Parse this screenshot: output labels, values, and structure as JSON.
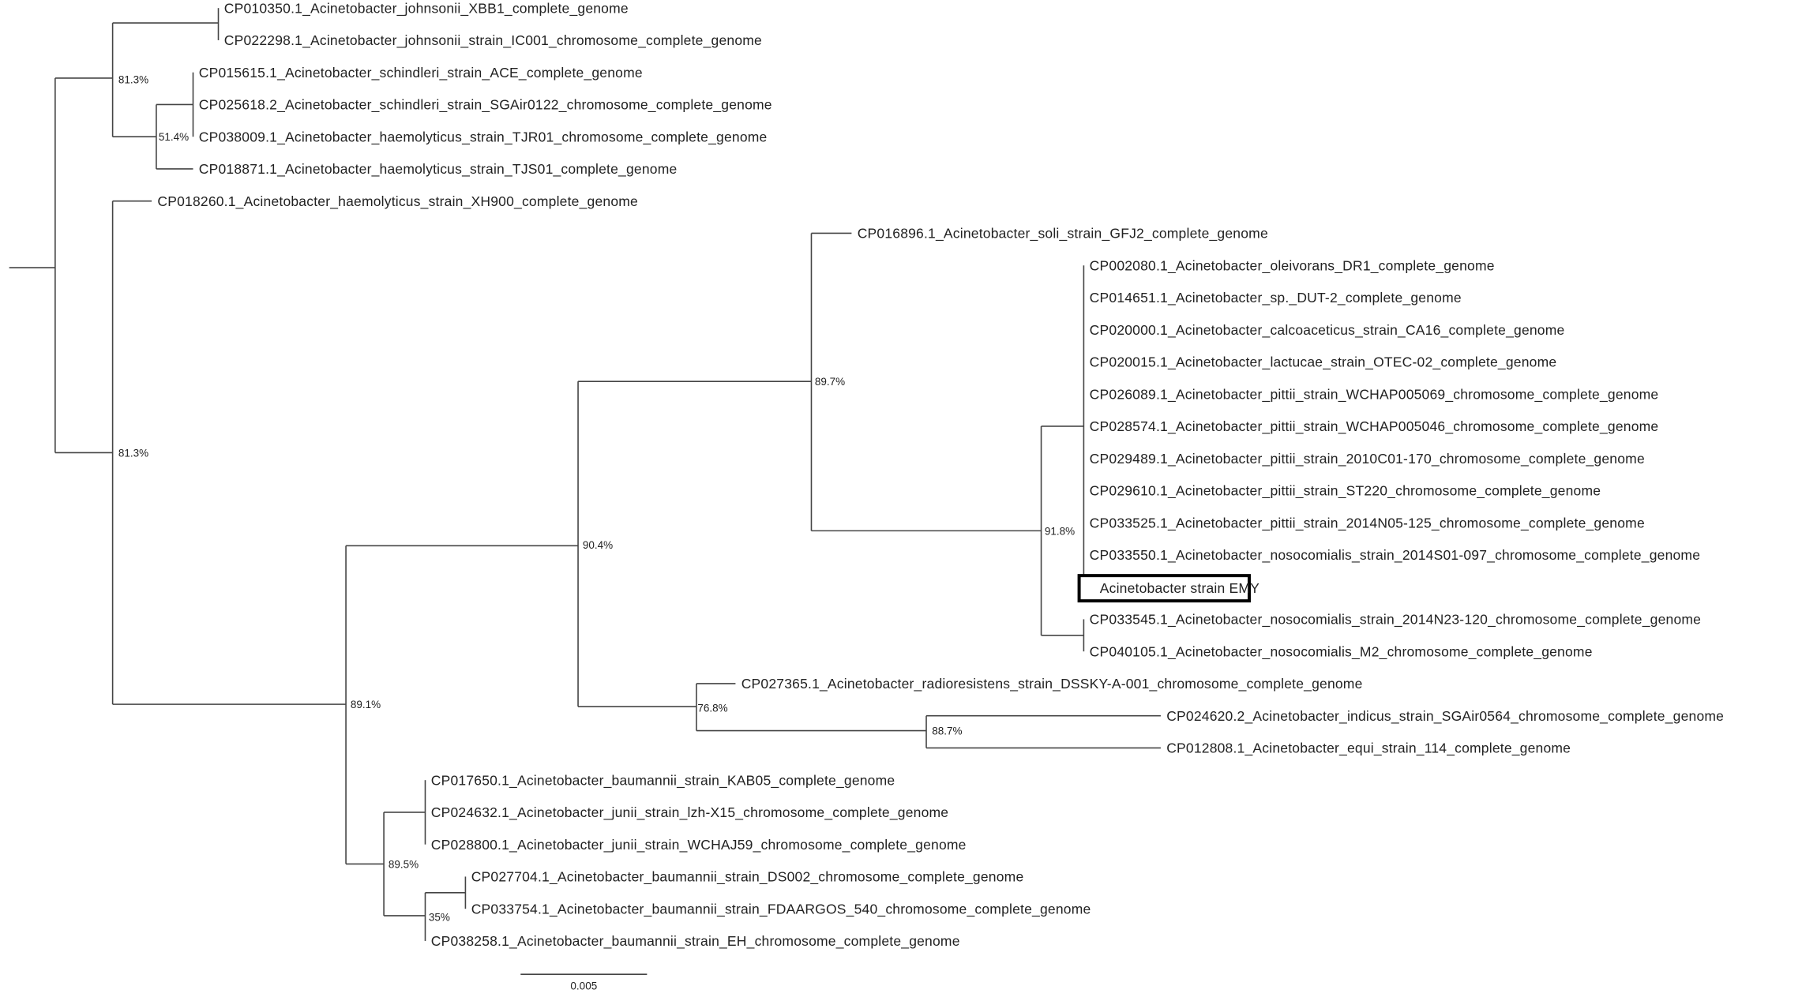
{
  "tree": {
    "leaves": [
      {
        "id": "johnsonii_xbb1",
        "label": "CP010350.1_Acinetobacter_johnsonii_XBB1_complete_genome"
      },
      {
        "id": "johnsonii_ic001",
        "label": "CP022298.1_Acinetobacter_johnsonii_strain_IC001_chromosome_complete_genome"
      },
      {
        "id": "schindleri_ace",
        "label": "CP015615.1_Acinetobacter_schindleri_strain_ACE_complete_genome"
      },
      {
        "id": "schindleri_sgair0122",
        "label": "CP025618.2_Acinetobacter_schindleri_strain_SGAir0122_chromosome_complete_genome"
      },
      {
        "id": "haemolyticus_tjr01",
        "label": "CP038009.1_Acinetobacter_haemolyticus_strain_TJR01_chromosome_complete_genome"
      },
      {
        "id": "haemolyticus_tjs01",
        "label": "CP018871.1_Acinetobacter_haemolyticus_strain_TJS01_complete_genome"
      },
      {
        "id": "haemolyticus_xh900",
        "label": "CP018260.1_Acinetobacter_haemolyticus_strain_XH900_complete_genome"
      },
      {
        "id": "soli_gfj2",
        "label": "CP016896.1_Acinetobacter_soli_strain_GFJ2_complete_genome"
      },
      {
        "id": "oleivorans_dr1",
        "label": "CP002080.1_Acinetobacter_oleivorans_DR1_complete_genome"
      },
      {
        "id": "sp_dut2",
        "label": "CP014651.1_Acinetobacter_sp._DUT-2_complete_genome"
      },
      {
        "id": "calcoaceticus_ca16",
        "label": "CP020000.1_Acinetobacter_calcoaceticus_strain_CA16_complete_genome"
      },
      {
        "id": "lactucae_otec02",
        "label": "CP020015.1_Acinetobacter_lactucae_strain_OTEC-02_complete_genome"
      },
      {
        "id": "pittii_wchap005069",
        "label": "CP026089.1_Acinetobacter_pittii_strain_WCHAP005069_chromosome_complete_genome"
      },
      {
        "id": "pittii_wchap005046",
        "label": "CP028574.1_Acinetobacter_pittii_strain_WCHAP005046_chromosome_complete_genome"
      },
      {
        "id": "pittii_2010c01",
        "label": "CP029489.1_Acinetobacter_pittii_strain_2010C01-170_chromosome_complete_genome"
      },
      {
        "id": "pittii_st220",
        "label": "CP029610.1_Acinetobacter_pittii_strain_ST220_chromosome_complete_genome"
      },
      {
        "id": "pittii_2014n05",
        "label": "CP033525.1_Acinetobacter_pittii_strain_2014N05-125_chromosome_complete_genome"
      },
      {
        "id": "nosocomialis_2014s01",
        "label": "CP033550.1_Acinetobacter_nosocomialis_strain_2014S01-097_chromosome_complete_genome"
      },
      {
        "id": "emy",
        "label": "Acinetobacter strain EMY",
        "highlighted": true
      },
      {
        "id": "nosocomialis_2014n23",
        "label": "CP033545.1_Acinetobacter_nosocomialis_strain_2014N23-120_chromosome_complete_genome"
      },
      {
        "id": "nosocomialis_m2",
        "label": "CP040105.1_Acinetobacter_nosocomialis_M2_chromosome_complete_genome"
      },
      {
        "id": "radioresistens",
        "label": "CP027365.1_Acinetobacter_radioresistens_strain_DSSKY-A-001_chromosome_complete_genome"
      },
      {
        "id": "indicus",
        "label": "CP024620.2_Acinetobacter_indicus_strain_SGAir0564_chromosome_complete_genome"
      },
      {
        "id": "equi",
        "label": "CP012808.1_Acinetobacter_equi_strain_114_complete_genome"
      },
      {
        "id": "baumannii_kab05",
        "label": "CP017650.1_Acinetobacter_baumannii_strain_KAB05_complete_genome"
      },
      {
        "id": "junii_lzh",
        "label": "CP024632.1_Acinetobacter_junii_strain_lzh-X15_chromosome_complete_genome"
      },
      {
        "id": "junii_wchaj59",
        "label": "CP028800.1_Acinetobacter_junii_strain_WCHAJ59_chromosome_complete_genome"
      },
      {
        "id": "baumannii_ds002",
        "label": "CP027704.1_Acinetobacter_baumannii_strain_DS002_chromosome_complete_genome"
      },
      {
        "id": "baumannii_fdaargos",
        "label": "CP033754.1_Acinetobacter_baumannii_strain_FDAARGOS_540_chromosome_complete_genome"
      },
      {
        "id": "baumannii_eh",
        "label": "CP038258.1_Acinetobacter_baumannii_strain_EH_chromosome_complete_genome"
      }
    ],
    "support_values": {
      "johnsonii_schindleri_clade": "81.3%",
      "schindleri_haemolyticus_clade": "51.4%",
      "root_inner_clade": "81.3%",
      "soli_pittii_clade": "89.7%",
      "pittii_nosocomialis_clade": "91.8%",
      "soli_radioresistens_clade": "90.4%",
      "radioresistens_clade": "76.8%",
      "indicus_equi_clade": "88.7%",
      "ingroup_clade": "89.1%",
      "baumannii_junii_clade": "89.5%",
      "baumannii_small_clade": "35%"
    },
    "scale_bar": {
      "label": "0.005"
    }
  }
}
